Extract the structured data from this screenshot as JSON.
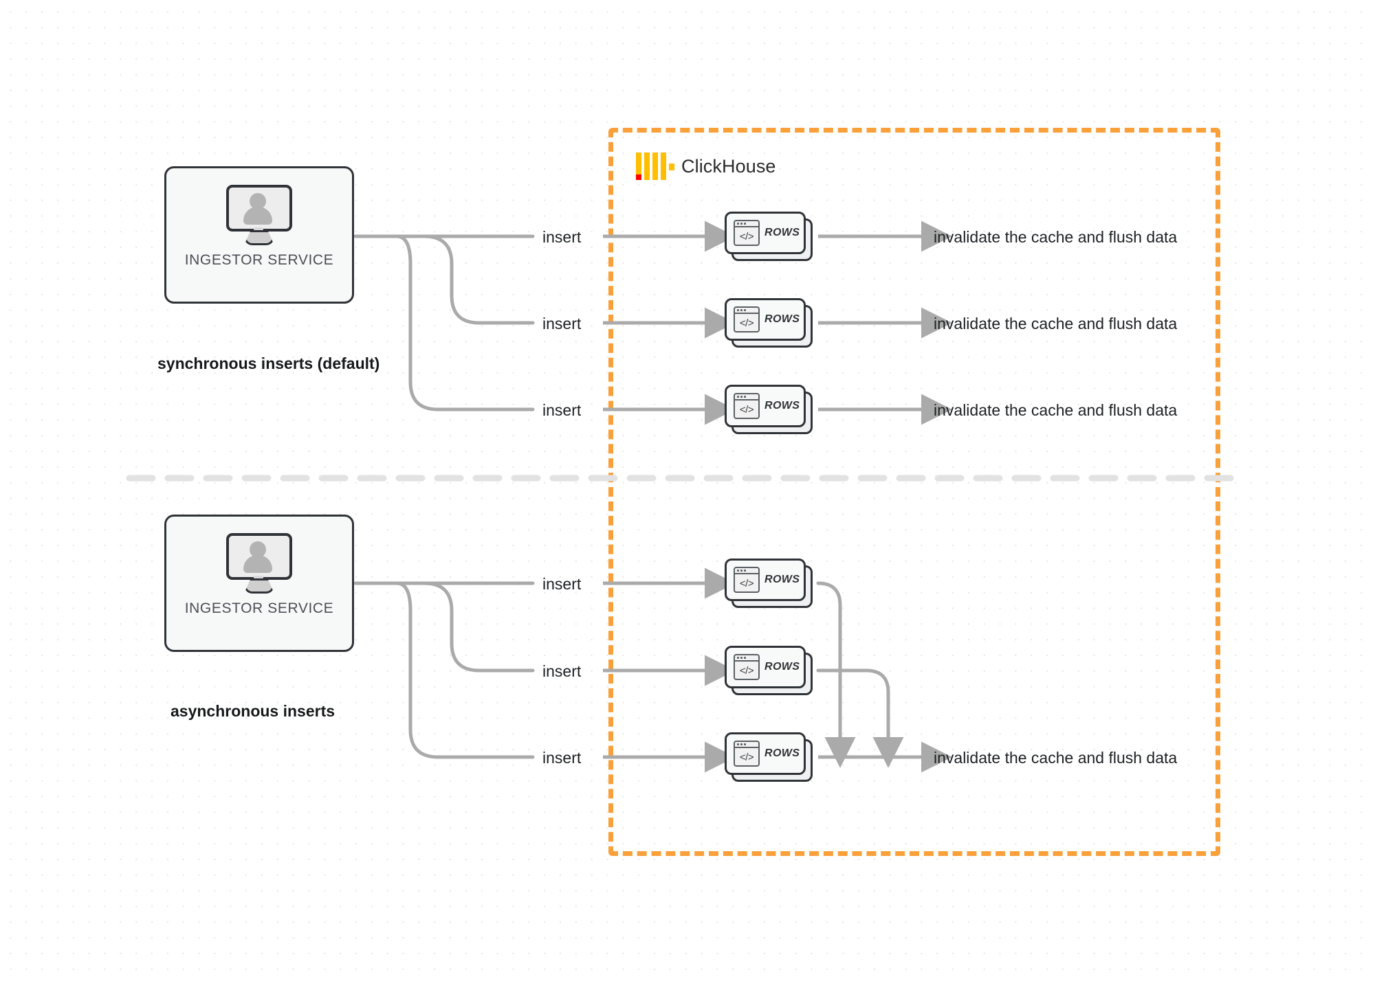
{
  "diagram": {
    "title": "ClickHouse synchronous vs asynchronous inserts",
    "colors": {
      "boundary": "#f9a03a",
      "logo_yellow": "#ffbe00",
      "logo_red": "#ff0000",
      "connector": "#aaaaaa",
      "node_border": "#2f3337",
      "divider": "#e0e0e0"
    }
  },
  "clickhouse": {
    "name": "ClickHouse",
    "logo_icon": "clickhouse-logo-icon"
  },
  "sections": [
    {
      "id": "synchronous",
      "label": "synchronous inserts (default)",
      "ingestor": {
        "label": "INGESTOR SERVICE",
        "icon": "monitor-user-icon"
      },
      "flows": [
        {
          "insert_label": "insert",
          "node": {
            "text": "ROWS",
            "icon": "code-window-icon"
          },
          "outcome": "invalidate the cache and flush data"
        },
        {
          "insert_label": "insert",
          "node": {
            "text": "ROWS",
            "icon": "code-window-icon"
          },
          "outcome": "invalidate the cache and flush data"
        },
        {
          "insert_label": "insert",
          "node": {
            "text": "ROWS",
            "icon": "code-window-icon"
          },
          "outcome": "invalidate the cache and flush data"
        }
      ]
    },
    {
      "id": "asynchronous",
      "label": "asynchronous inserts",
      "ingestor": {
        "label": "INGESTOR SERVICE",
        "icon": "monitor-user-icon"
      },
      "flows": [
        {
          "insert_label": "insert",
          "node": {
            "text": "ROWS",
            "icon": "code-window-icon"
          }
        },
        {
          "insert_label": "insert",
          "node": {
            "text": "ROWS",
            "icon": "code-window-icon"
          }
        },
        {
          "insert_label": "insert",
          "node": {
            "text": "ROWS",
            "icon": "code-window-icon"
          }
        }
      ],
      "merged_outcome": "invalidate the cache and flush data"
    }
  ]
}
